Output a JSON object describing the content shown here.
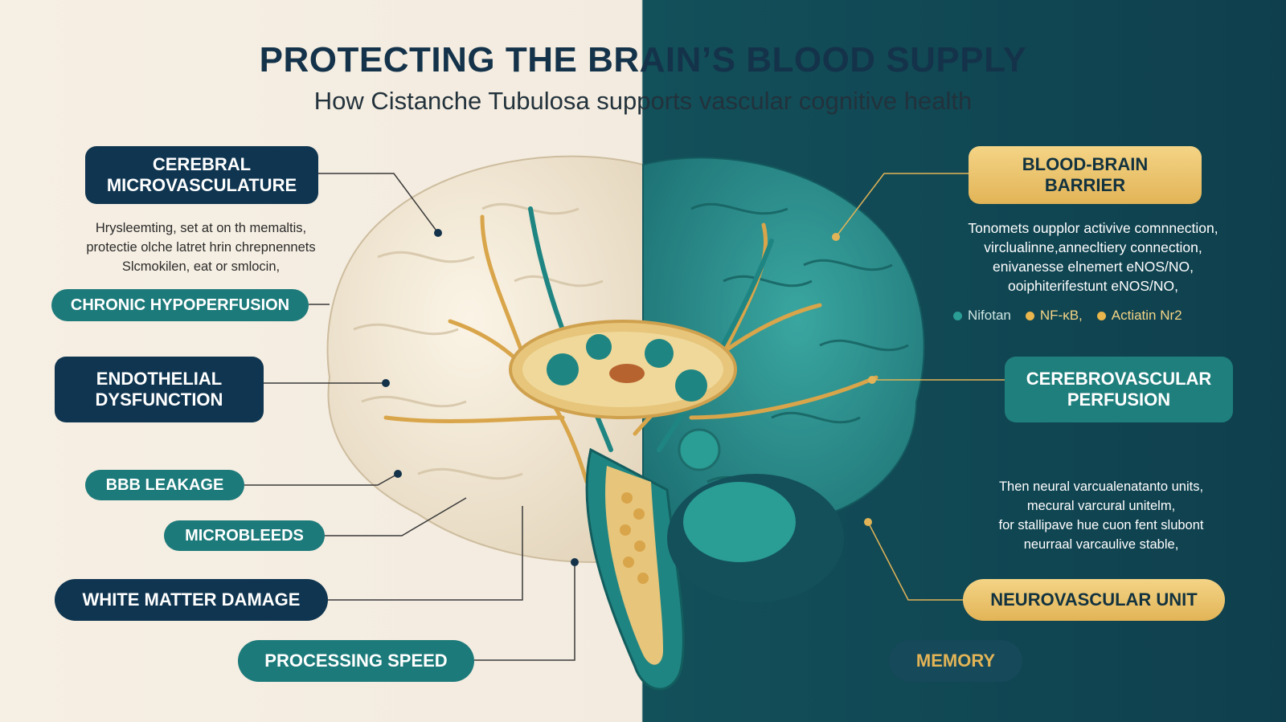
{
  "header": {
    "title": "PROTECTING THE BRAIN’S BLOOD SUPPLY",
    "subtitle": "How Cistanche Tubulosa supports vascular cognitive health"
  },
  "left_labels": {
    "cerebral_microvasculature": "CEREBRAL MICROVASCULATURE",
    "chronic_hypoperfusion": "CHRONIC HYPOPERFUSION",
    "endothelial_dysfunction": "ENDOTHELIAL DYSFUNCTION",
    "bbb_leakage": "BBB LEAKAGE",
    "microbleeds": "MICROBLEEDS",
    "white_matter_damage": "WHITE MATTER DAMAGE",
    "processing_speed": "PROCESSING SPEED"
  },
  "left_note": [
    "Hrysleemting, set at on th memaltis,",
    "protectie olche latret hrin chrepnennets",
    "Slcmokilen, eat or smlocin,"
  ],
  "right_labels": {
    "blood_brain_barrier": "BLOOD-BRAIN BARRIER",
    "cerebrovascular_perfusion": "CEREBROVASCULAR PERFUSION",
    "neurovascular_unit": "NEUROVASCULAR UNIT",
    "memory": "MEMORY"
  },
  "right_note_top": [
    "Tonomets oupplor activive comnnection,",
    "virclualinne,annecltiery connection,",
    "enivanesse elnemert eNOS/NO,",
    "ooiphiterifestunt eNOS/NO,"
  ],
  "legend": [
    {
      "label": "Nifotan",
      "color": "#2a9d95"
    },
    {
      "label": "NF-κB,",
      "color": "#e8b64c"
    },
    {
      "label": "Actiatin Nr2",
      "color": "#e8b64c"
    }
  ],
  "right_note_bottom": [
    "Then neural varcualenatanto units,",
    "mecural varcural unitelm,",
    "for stallipave hue cuon fent slubont",
    "neurraal varcaulive stable,"
  ],
  "colors": {
    "navy": "#0f3550",
    "teal": "#1d7a7a",
    "gold": "#e2b457",
    "cream": "#f3ebdf",
    "dark_teal": "#12505a"
  }
}
